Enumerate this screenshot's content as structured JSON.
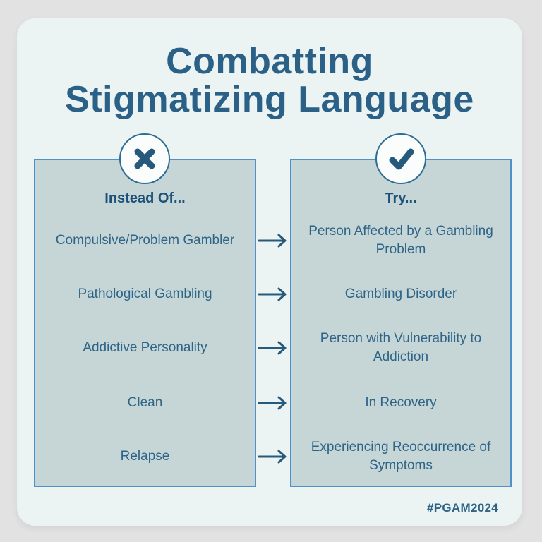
{
  "title": {
    "lines": [
      "Combatting",
      "Stigmatizing Language"
    ]
  },
  "columns": {
    "instead": {
      "header": "Instead Of...",
      "icon": "x-icon"
    },
    "try": {
      "header": "Try...",
      "icon": "check-icon"
    }
  },
  "rows": [
    {
      "instead": "Compulsive/Problem Gambler",
      "try": "Person Affected by a Gambling Problem"
    },
    {
      "instead": "Pathological Gambling",
      "try": "Gambling Disorder"
    },
    {
      "instead": "Addictive Personality",
      "try": "Person with Vulnerability to Addiction"
    },
    {
      "instead": "Clean",
      "try": "In Recovery"
    },
    {
      "instead": "Relapse",
      "try": "Experiencing Reoccurrence of Symptoms"
    }
  ],
  "hashtag": "#PGAM2024",
  "icons": {
    "left_badge": "x-icon",
    "right_badge": "check-icon",
    "connector": "right-arrow-icon"
  },
  "colors": {
    "background": "#e3e2e2",
    "card_bg": "#ebf4f3",
    "box_bg": "#c6d6d7",
    "box_border": "#4f92c8",
    "title_text": "#2b6187",
    "heading_text": "#1d5278",
    "body_text": "#2d6488",
    "icon_color": "#265a7d",
    "circle_fill": "#fbfdfd",
    "circle_border": "#2e6d92"
  }
}
